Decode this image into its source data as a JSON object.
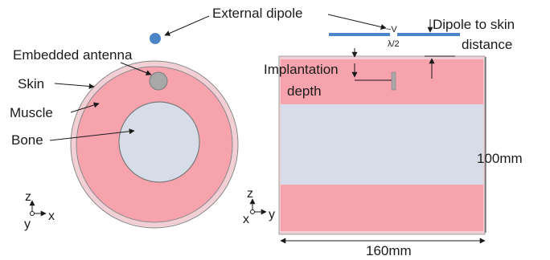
{
  "labels": {
    "external_dipole": "External dipole",
    "embedded_antenna": "Embedded antenna",
    "skin": "Skin",
    "muscle": "Muscle",
    "bone": "Bone",
    "implantation_depth_1": "Implantation",
    "implantation_depth_2": "depth",
    "dipole_to_skin_1": "Dipole to skin",
    "dipole_to_skin_2": "distance",
    "source_symbol": "~V",
    "half_wavelength": "λ/2",
    "width_dim": "160mm",
    "height_dim": "100mm"
  },
  "axes_left": {
    "up": "z",
    "out": "y",
    "right": "x"
  },
  "axes_right": {
    "up": "z",
    "out": "x",
    "right": "y"
  },
  "colors": {
    "skin": "#f2cfd5",
    "muscle": "#f6a3ae",
    "bone": "#d7dde8",
    "dipole": "#4a86c5",
    "antenna": "#a8a8a8",
    "outline": "#8a8a8a"
  }
}
